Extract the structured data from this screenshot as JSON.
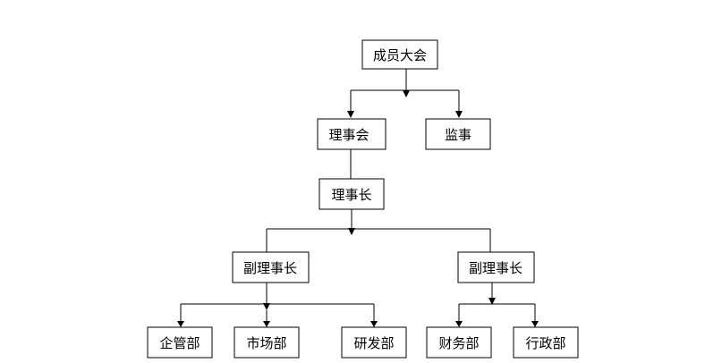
{
  "nodes": {
    "members_assembly": "成员大会",
    "board": "理事会",
    "supervisor": "监事",
    "chairman": "理事长",
    "vice_chairman_left": "副理事长",
    "vice_chairman_right": "副理事长",
    "enterprise_mgmt": "企管部",
    "marketing": "市场部",
    "rnd": "研发部",
    "finance": "财务部",
    "administration": "行政部"
  },
  "colors": {
    "line": "#000000",
    "box_fill": "#ffffff",
    "text": "#000000"
  }
}
